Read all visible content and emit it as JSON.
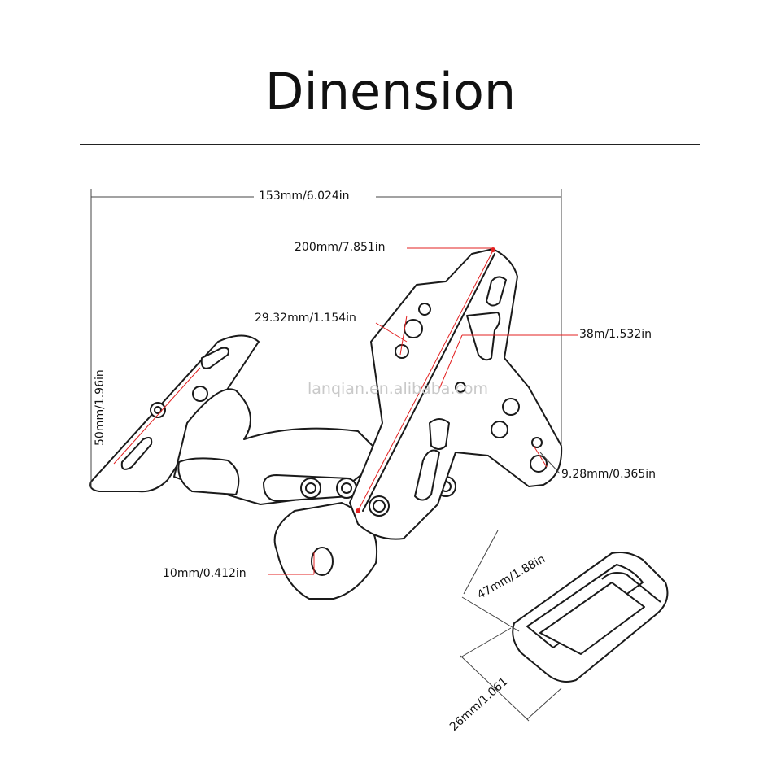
{
  "title": "Dinension",
  "watermark": "lanqian.en.alibaba.com",
  "dimensions": {
    "overall_width": "153mm/6.024in",
    "arm_length": "200mm/7.851in",
    "hole_spacing": "29.32mm/1.154in",
    "arm_width": "38m/1.532in",
    "mount_height": "50mm/1.96in",
    "small_hole": "9.28mm/0.365in",
    "bolt_hole": "10mm/0.412in",
    "light_length": "47mm/1.88in",
    "light_width": "26mm/1.061"
  },
  "colors": {
    "line": "#1a1a1a",
    "dimension_red": "#e32020",
    "dimension_gray": "#444444",
    "watermark": "#c9c9c9"
  }
}
